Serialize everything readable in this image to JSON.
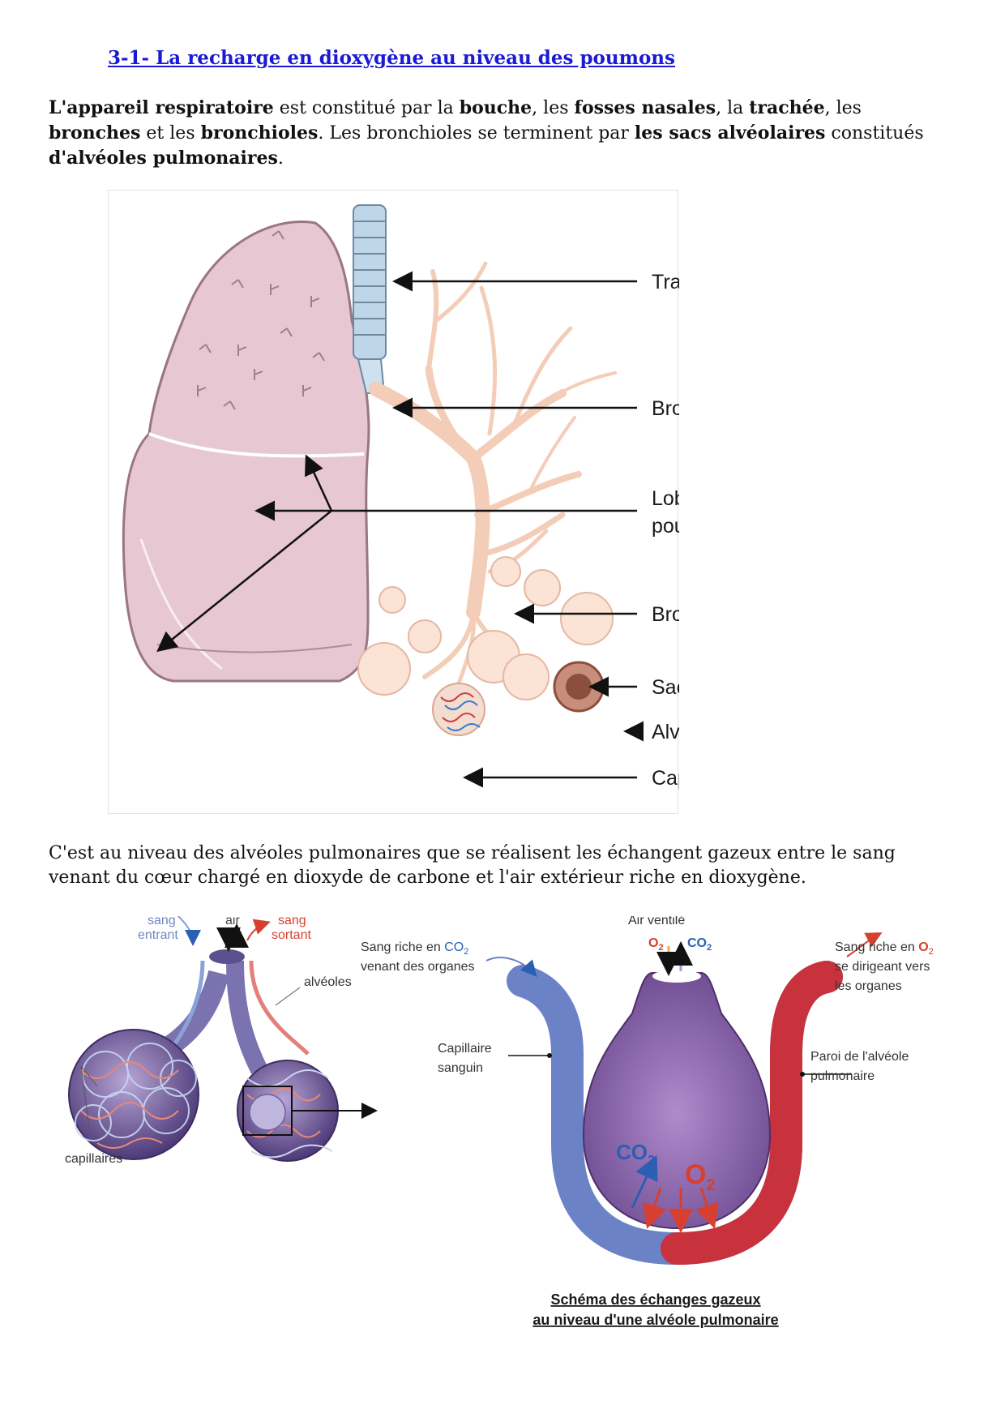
{
  "heading": "3-1- La recharge en dioxygène au niveau des poumons",
  "intro": {
    "p1": "L'appareil respiratoire",
    "p2": " est constitué par la ",
    "p3": "bouche",
    "p4": ", les ",
    "p5": "fosses nasales",
    "p6": ", la ",
    "p7": "trachée",
    "p8": ", les ",
    "p9": "bronches",
    "p10": " et les ",
    "p11": "bronchioles",
    "p12": ". Les bronchioles se terminent par ",
    "p13": "les sacs alvéolaires",
    "p14": " constitués ",
    "p15": "d'alvéoles pulmonaires",
    "p16": "."
  },
  "figure1": {
    "labels": {
      "trachee": "Trachée",
      "bronche": "Bronche",
      "lobes_line1": "Lobes du",
      "lobes_line2": "poumon droit",
      "bronchiole": "Bronchiole",
      "sac": "Sac alvéolaire",
      "alveole": "Alvéole pulmonaire",
      "capillaire": "Capillaire sanguin"
    }
  },
  "paragraph2": "C'est au niveau des alvéoles pulmonaires que se réalisent les échangent gazeux entre le sang venant du cœur chargé en dioxyde de carbone et l'air extérieur riche en dioxygène.",
  "figure2": {
    "left": {
      "sang_entrant_1": "sang",
      "sang_entrant_2": "entrant",
      "air": "air",
      "sang_sortant_1": "sang",
      "sang_sortant_2": "sortant",
      "alveoles": "alvéoles",
      "capillaires": "capillaires"
    },
    "right": {
      "air_ventile": "Air ventilé",
      "o2": "O",
      "co2": "CO",
      "sub2": "2",
      "sang_co2_1": "Sang riche en ",
      "sang_co2_2": "venant des organes",
      "sang_o2_1": "Sang riche en ",
      "sang_o2_2": "se dirigeant vers",
      "sang_o2_3": "les organes",
      "capillaire_1": "Capillaire",
      "capillaire_2": "sanguin",
      "paroi_1": "Paroi de l'alvéole",
      "paroi_2": "pulmonaire",
      "caption_1": "Schéma des échanges gazeux",
      "caption_2": "au niveau d'une alvéole pulmonaire"
    },
    "colors": {
      "blood_blue": "#6b82c7",
      "blood_red": "#c8323c",
      "alveole_purple": "#8e67b0"
    }
  }
}
